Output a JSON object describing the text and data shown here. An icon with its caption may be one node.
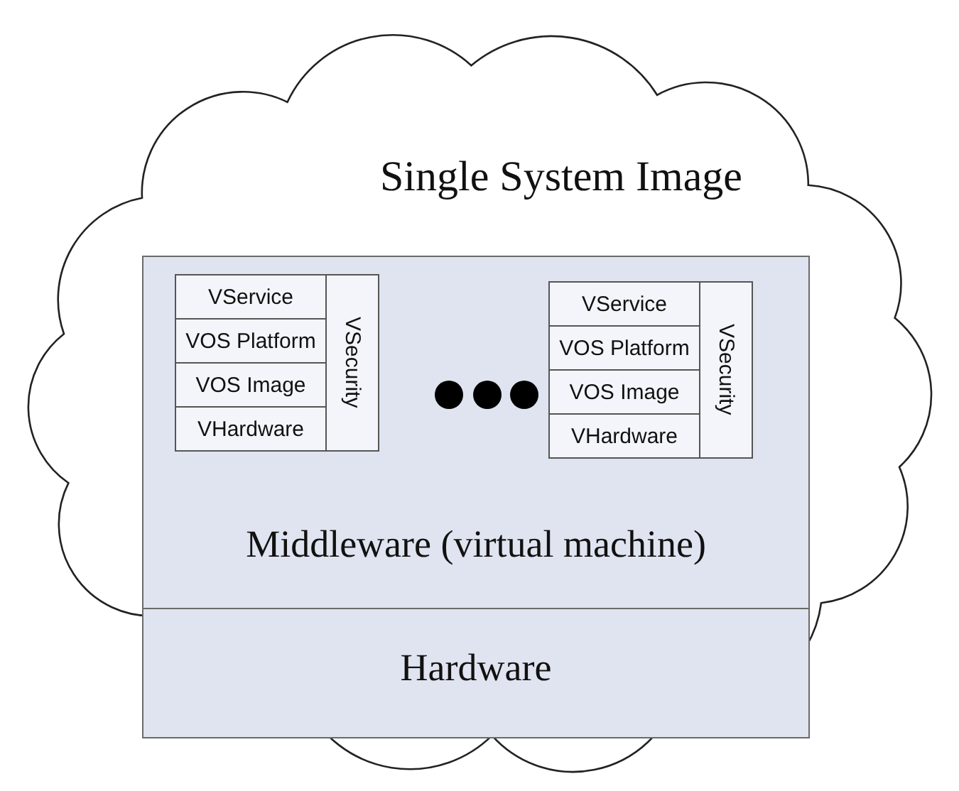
{
  "diagram": {
    "nodes": [
      {
        "text": [
          "Single System Image"
        ]
      },
      {
        "text": [
          "Middleware (virtual machine)"
        ],
        "in": 0
      },
      {
        "text": [
          "VService"
        ],
        "in": 1
      },
      {
        "text": [
          "VOS Platform"
        ],
        "in": 1
      },
      {
        "text": [
          "VOS Image"
        ],
        "in": 1
      },
      {
        "text": [
          "VHardware"
        ],
        "in": 1
      },
      {
        "text": [
          "VSecurity"
        ],
        "in": 1
      },
      {
        "text": [
          "VService"
        ],
        "in": 1
      },
      {
        "text": [
          "VOS Platform"
        ],
        "in": 1
      },
      {
        "text": [
          "VOS Image"
        ],
        "in": 1
      },
      {
        "text": [
          "VHardware"
        ],
        "in": 1
      },
      {
        "text": [
          "VSecurity"
        ],
        "in": 1
      },
      {
        "text": [
          "Hardware"
        ],
        "in": 0
      }
    ],
    "edges": []
  }
}
